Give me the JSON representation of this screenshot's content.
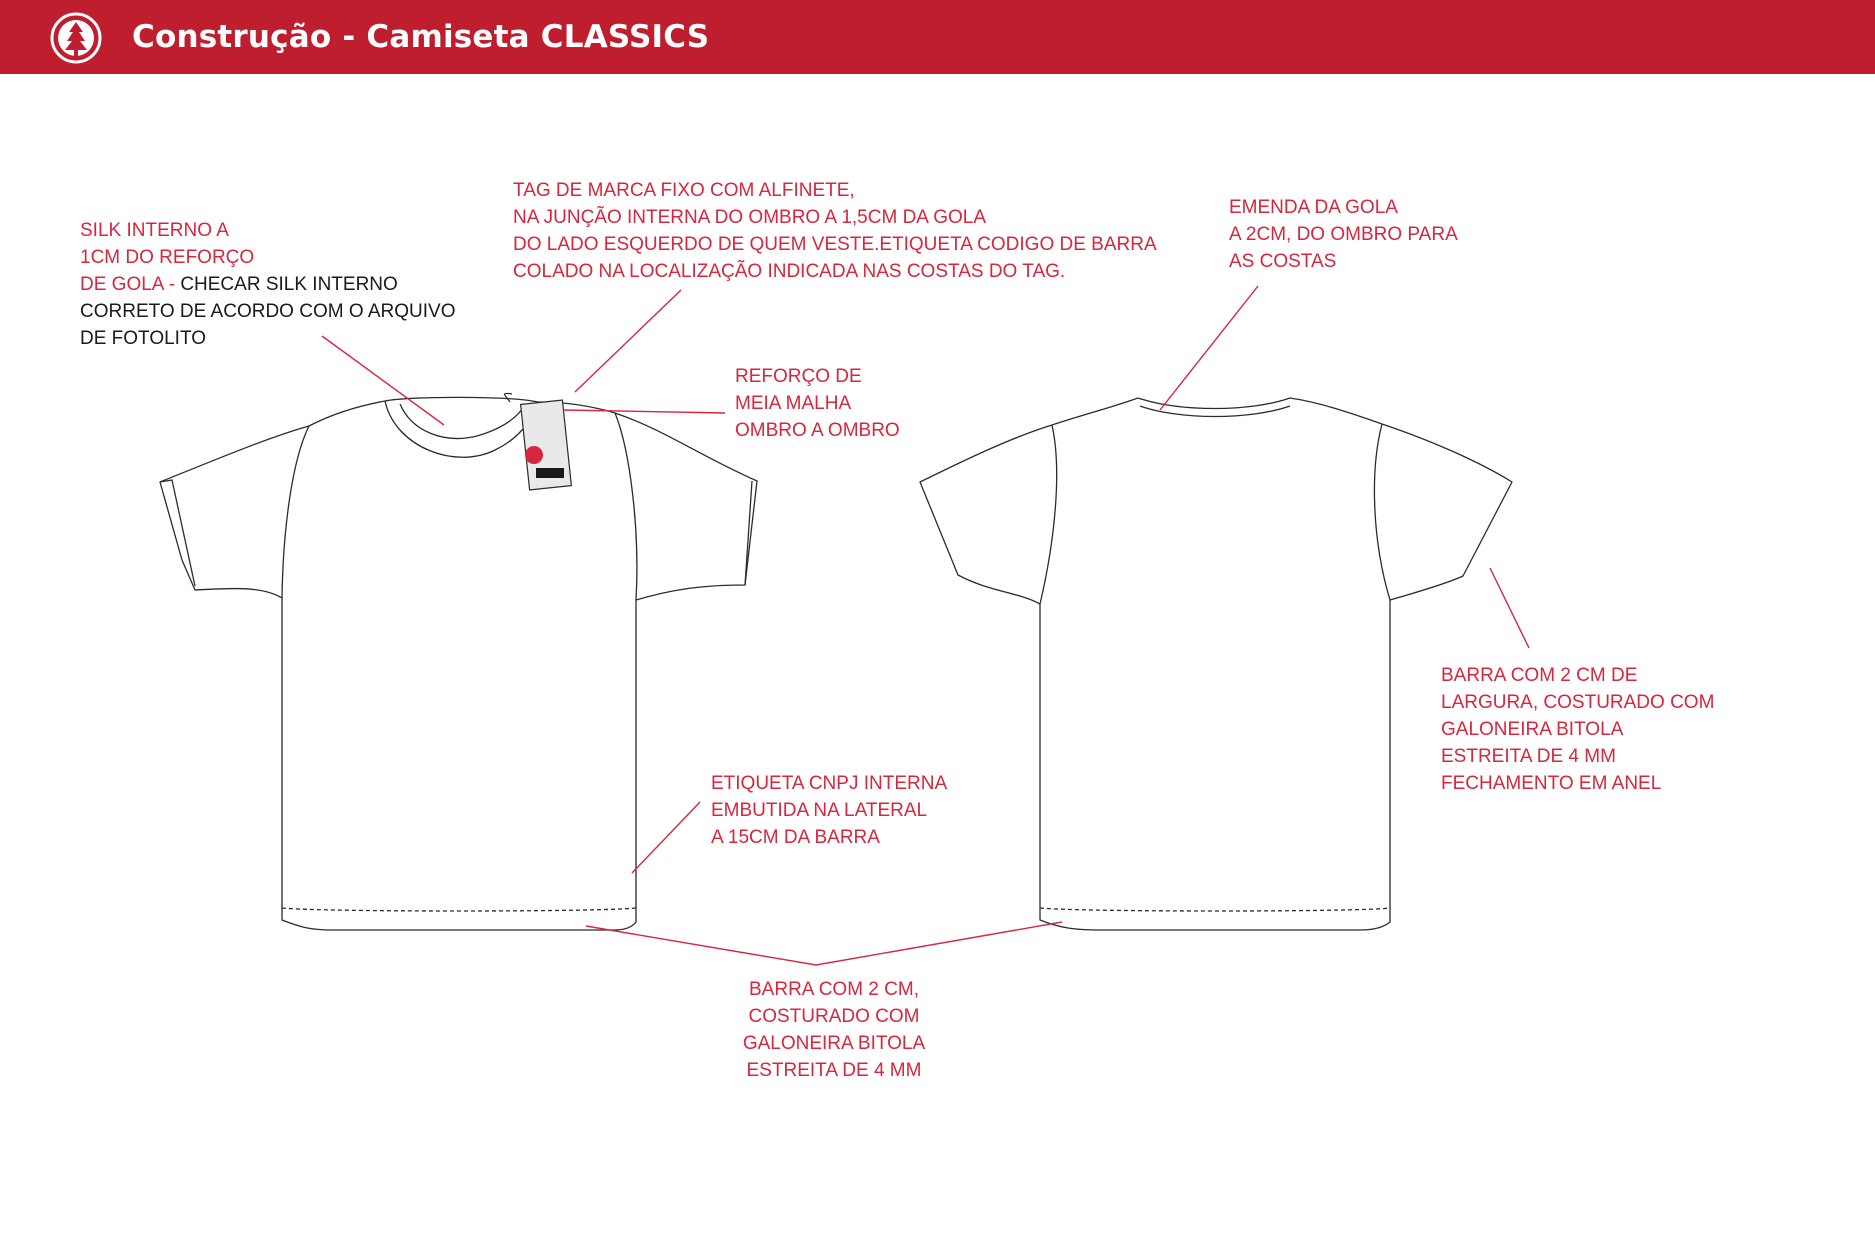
{
  "header": {
    "title": "Construção - Camiseta CLASSICS",
    "background_color": "#bf1e2e",
    "logo_icon": "element-tree-logo"
  },
  "annotation_color": "#d7263d",
  "notes": {
    "silk": {
      "red_lines": [
        "SILK INTERNO A",
        "1CM DO REFORÇO"
      ],
      "red_prefix": "DE GOLA - ",
      "black_suffix": "CHECAR SILK INTERNO",
      "black_lines": [
        "CORRETO DE ACORDO COM O ARQUIVO",
        "DE FOTOLITO"
      ]
    },
    "tag": {
      "lines": [
        "TAG DE MARCA FIXO COM ALFINETE,",
        "NA JUNÇÃO INTERNA DO OMBRO A 1,5CM DA GOLA",
        "DO LADO ESQUERDO DE QUEM VESTE.ETIQUETA CODIGO DE BARRA",
        "COLADO NA  LOCALIZAÇÃO INDICADA NAS COSTAS DO TAG."
      ]
    },
    "reforco": {
      "lines": [
        "REFORÇO DE",
        "MEIA MALHA",
        "OMBRO A OMBRO"
      ]
    },
    "emenda": {
      "lines": [
        "EMENDA DA GOLA",
        "A 2CM, DO OMBRO PARA",
        "AS COSTAS"
      ]
    },
    "cnpj": {
      "lines": [
        "ETIQUETA CNPJ INTERNA",
        "EMBUTIDA NA LATERAL",
        "A 15CM DA BARRA"
      ]
    },
    "barra_manga": {
      "lines": [
        "BARRA COM 2 CM DE",
        "LARGURA, COSTURADO COM",
        "GALONEIRA BITOLA",
        "ESTREITA DE 4 MM",
        "FECHAMENTO EM ANEL"
      ]
    },
    "barra_corpo": {
      "lines": [
        "BARRA COM 2 CM,",
        "COSTURADO COM",
        "GALONEIRA BITOLA",
        "ESTREITA DE 4 MM"
      ]
    }
  }
}
